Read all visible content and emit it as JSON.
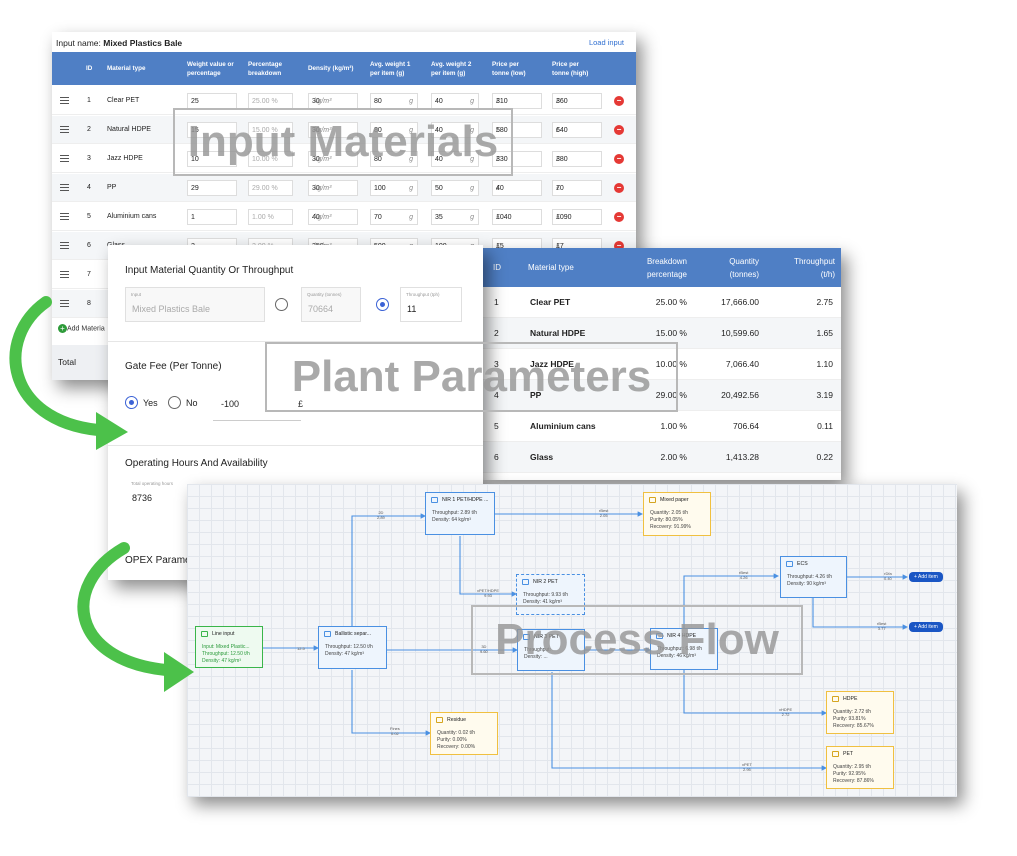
{
  "watermarks": {
    "input_materials": "Input Materials",
    "plant_parameters": "Plant Parameters",
    "process_flow": "Process Flow"
  },
  "colors": {
    "header_blue": "#4f7fc5",
    "arrow_green": "#4cc14a",
    "delete_red": "#e53935",
    "flow_blue": "#4a90e2",
    "node_green": "#3ab54a",
    "node_yellow": "#f0c040",
    "add_button": "#1a56c4"
  },
  "input_panel": {
    "title_prefix": "Input name: ",
    "title_value": "Mixed Plastics Bale",
    "load_input": "Load input",
    "columns": [
      "ID",
      "Material type",
      "Weight value or percentage",
      "Percentage breakdown",
      "Density (kg/m³)",
      "Avg. weight 1 per item (g)",
      "Avg. weight 2 per item (g)",
      "Price per tonne (low)",
      "Price per tonne (high)"
    ],
    "density_unit": "kg/m³",
    "weight_unit": "g",
    "currency": "£",
    "rows": [
      {
        "id": "1",
        "material": "Clear PET",
        "weight": "25",
        "pct": "25.00 %",
        "density": "30",
        "w1": "80",
        "w2": "40",
        "low": "310",
        "high": "360"
      },
      {
        "id": "2",
        "material": "Natural HDPE",
        "weight": "15",
        "pct": "15.00 %",
        "density": "30",
        "w1": "80",
        "w2": "40",
        "low": "580",
        "high": "640"
      },
      {
        "id": "3",
        "material": "Jazz HDPE",
        "weight": "10",
        "pct": "10.00 %",
        "density": "30",
        "w1": "80",
        "w2": "40",
        "low": "330",
        "high": "380"
      },
      {
        "id": "4",
        "material": "PP",
        "weight": "29",
        "pct": "29.00 %",
        "density": "30",
        "w1": "100",
        "w2": "50",
        "low": "40",
        "high": "70"
      },
      {
        "id": "5",
        "material": "Aluminium cans",
        "weight": "1",
        "pct": "1.00 %",
        "density": "40",
        "w1": "70",
        "w2": "35",
        "low": "1040",
        "high": "1090"
      },
      {
        "id": "6",
        "material": "Glass",
        "weight": "2",
        "pct": "2.00 %",
        "density": "350",
        "w1": "500",
        "w2": "100",
        "low": "15",
        "high": "17"
      },
      {
        "id": "7",
        "material": "",
        "weight": "",
        "pct": "",
        "density": "",
        "w1": "",
        "w2": "",
        "low": "",
        "high": ""
      },
      {
        "id": "8",
        "material": "",
        "weight": "",
        "pct": "",
        "density": "",
        "w1": "",
        "w2": "",
        "low": "",
        "high": ""
      }
    ],
    "add_material": "Add Materia",
    "total": "Total"
  },
  "plant_panel": {
    "quantity_title": "Input Material Quantity Or Throughput",
    "input_label": "Input",
    "input_value": "Mixed Plastics Bale",
    "quantity_label": "Quantity (tonnes)",
    "quantity_value": "70664",
    "throughput_label": "Throughput (tph)",
    "throughput_value": "11",
    "gate_fee_title": "Gate Fee (Per Tonne)",
    "yes": "Yes",
    "no": "No",
    "gate_fee_value": "-100",
    "gate_fee_currency": "£",
    "operating_title": "Operating Hours And Availability",
    "operating_label": "Total operating hours",
    "operating_value": "8736",
    "opex_title": "OPEX Parame"
  },
  "breakdown_panel": {
    "columns": [
      "ID",
      "Material type",
      "Breakdown percentage",
      "Quantity (tonnes)",
      "Throughput (t/h)"
    ],
    "rows": [
      {
        "id": "1",
        "material": "Clear PET",
        "pct": "25.00 %",
        "qty": "17,666.00",
        "tph": "2.75"
      },
      {
        "id": "2",
        "material": "Natural HDPE",
        "pct": "15.00 %",
        "qty": "10,599.60",
        "tph": "1.65"
      },
      {
        "id": "3",
        "material": "Jazz HDPE",
        "pct": "10.00 %",
        "qty": "7,066.40",
        "tph": "1.10"
      },
      {
        "id": "4",
        "material": "PP",
        "pct": "29.00 %",
        "qty": "20,492.56",
        "tph": "3.19"
      },
      {
        "id": "5",
        "material": "Aluminium cans",
        "pct": "1.00 %",
        "qty": "706.64",
        "tph": "0.11"
      },
      {
        "id": "6",
        "material": "Glass",
        "pct": "2.00 %",
        "qty": "1,413.28",
        "tph": "0.22"
      }
    ]
  },
  "flow": {
    "line_input": {
      "title": "Line input",
      "l1": "Input: Mixed Plastic...",
      "l2": "Throughput: 12.50 t/h",
      "l3": "Density: 47 kg/m³"
    },
    "ballistic": {
      "title": "Ballistic separ...",
      "l1": "Throughput: 12.50 t/h",
      "l2": "Density: 47 kg/m³"
    },
    "nir1": {
      "title": "NIR 1 PET/HDPE ...",
      "l1": "Throughput: 2.89 t/h",
      "l2": "Density: 64 kg/m³"
    },
    "nir2": {
      "title": "NIR 2 PET",
      "l1": "Throughput: 9.93 t/h",
      "l2": "Density: 41 kg/m³"
    },
    "nir3": {
      "title": "NIR 3 PET",
      "l1": "Throughput: ...",
      "l2": "Density: ..."
    },
    "nir4": {
      "title": "NIR 4 HDPE",
      "l1": "Throughput: 6.98 t/h",
      "l2": "Density: 46 kg/m³"
    },
    "ecs": {
      "title": "ECS",
      "l1": "Throughput: 4.26 t/h",
      "l2": "Density: 90 kg/m³"
    },
    "mixed_paper": {
      "title": "Mixed paper",
      "l1": "Quantity: 2.05 t/h",
      "l2": "Purity: 80.05%",
      "l3": "Recovery: 91.99%"
    },
    "residue": {
      "title": "Residue",
      "l1": "Quantity: 0.02 t/h",
      "l2": "Purity: 0.00%",
      "l3": "Recovery: 0.00%"
    },
    "hdpe": {
      "title": "HDPE",
      "l1": "Quantity: 2.72 t/h",
      "l2": "Purity: 93.81%",
      "l3": "Recovery: 85.67%"
    },
    "pet": {
      "title": "PET",
      "l1": "Quantity: 2.95 t/h",
      "l2": "Purity: 92.95%",
      "l3": "Recovery: 87.86%"
    },
    "add_item": "+ Add item",
    "edges": {
      "e_in": "12.5",
      "e_2d": "2D\n2.89",
      "e_fines": "Fines\n0.02",
      "e_paper": "rBest\n2.05",
      "e_pethd": "xPET/HDPE\n9.93",
      "e_3d": "3D\n9.60",
      "e_rbest": "rBest\n4.26",
      "e_rdfa": "rDfa\n0.40",
      "e_ralu": "rBest\n3.77",
      "e_xhdpe": "xHDPE\n2.72",
      "e_xpet": "xPET\n2.95"
    }
  }
}
